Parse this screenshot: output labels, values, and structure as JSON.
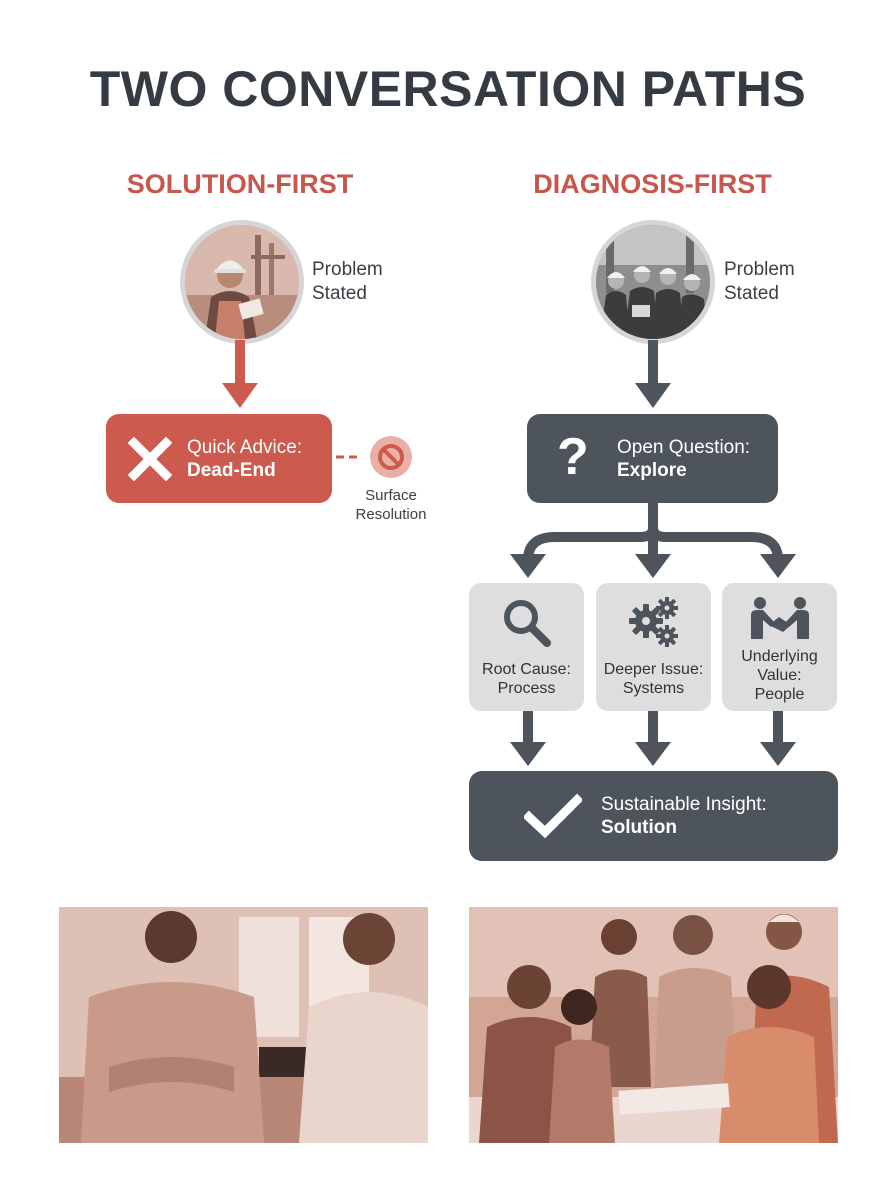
{
  "title": "TWO CONVERSATION PATHS",
  "solution_first": {
    "heading": "SOLUTION-FIRST",
    "start_label": [
      "Problem",
      "Stated"
    ],
    "step": {
      "line1": "Quick Advice:",
      "line2": "Dead-End"
    },
    "outcome": [
      "Surface",
      "Resolution"
    ]
  },
  "diagnosis_first": {
    "heading": "DIAGNOSIS-FIRST",
    "start_label": [
      "Problem",
      "Stated"
    ],
    "step": {
      "line1": "Open Question:",
      "line2": "Explore"
    },
    "branches": [
      {
        "icon": "magnifier-icon",
        "label": [
          "Root Cause:",
          "Process"
        ]
      },
      {
        "icon": "gears-icon",
        "label": [
          "Deeper Issue:",
          "Systems"
        ]
      },
      {
        "icon": "handshake-icon",
        "label": [
          "Underlying",
          "Value:",
          "People"
        ]
      }
    ],
    "result": {
      "line1": "Sustainable Insight:",
      "line2": "Solution"
    }
  },
  "colors": {
    "accent_red": "#cc5a4e",
    "heading_red": "#c6574c",
    "dark_box": "#4e545c",
    "grey_box": "#dedede",
    "arrow_dark": "#4e545c"
  }
}
